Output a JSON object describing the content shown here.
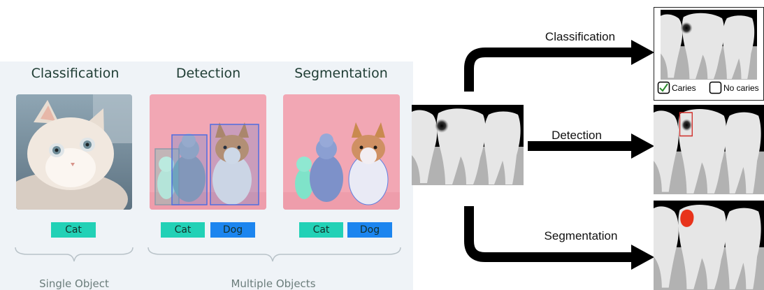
{
  "left_panel": {
    "headers": {
      "classification": "Classification",
      "detection": "Detection",
      "segmentation": "Segmentation"
    },
    "tags": {
      "classification_cat": "Cat",
      "detection_cat": "Cat",
      "detection_dog": "Dog",
      "segmentation_cat": "Cat",
      "segmentation_dog": "Dog"
    },
    "groups": {
      "single": "Single Object",
      "multiple": "Multiple Objects"
    }
  },
  "right_panel": {
    "flows": {
      "classification": "Classification",
      "detection": "Detection",
      "segmentation": "Segmentation"
    },
    "legend": {
      "caries": "Caries",
      "no_caries": "No caries"
    }
  },
  "colors": {
    "panel_bg": "#eff3f7",
    "cat_tag": "#22d1b6",
    "dog_tag": "#1c85ef",
    "pink_bg": "#f2a7b4",
    "detection_box": "#4e6de0",
    "caries_box": "#d0312d",
    "caries_fill": "#e8331b"
  }
}
